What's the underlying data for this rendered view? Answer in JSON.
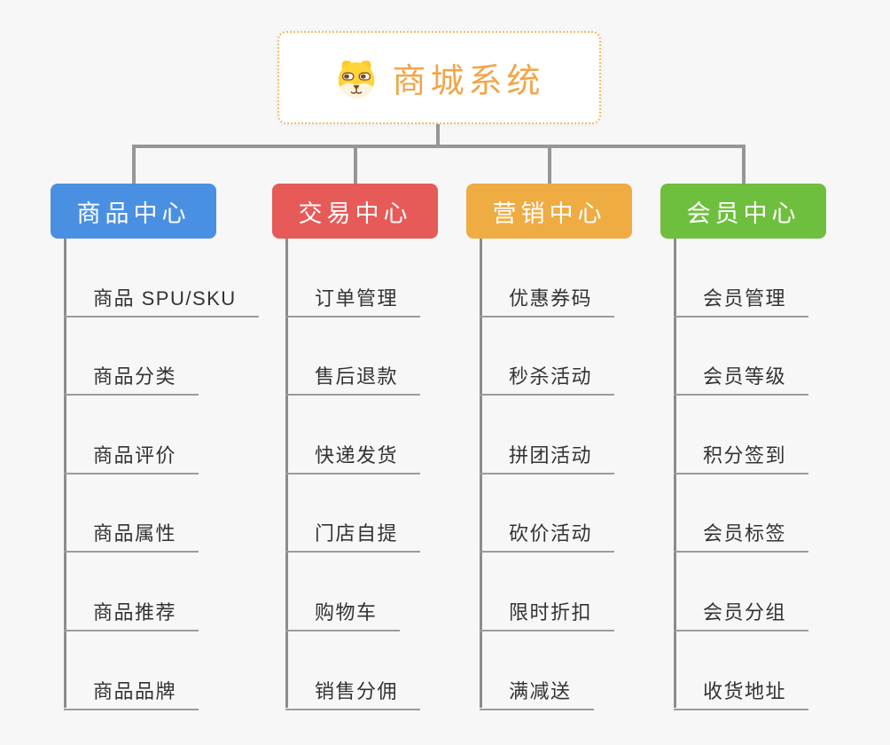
{
  "root": {
    "title": "商城系统",
    "icon": "dog-face-icon",
    "title_color": "#F0A64A",
    "border_color": "#F2BC66"
  },
  "connector_color": "#969696",
  "spine_color": "#8C8C8C",
  "underline_color": "#9C9C9C",
  "background_color": "#F7F7F7",
  "branches": [
    {
      "label": "商品中心",
      "color": "#4A90E2",
      "items": [
        "商品 SPU/SKU",
        "商品分类",
        "商品评价",
        "商品属性",
        "商品推荐",
        "商品品牌"
      ]
    },
    {
      "label": "交易中心",
      "color": "#E65A58",
      "items": [
        "订单管理",
        "售后退款",
        "快递发货",
        "门店自提",
        "购物车",
        "销售分佣"
      ]
    },
    {
      "label": "营销中心",
      "color": "#EFAC43",
      "items": [
        "优惠券码",
        "秒杀活动",
        "拼团活动",
        "砍价活动",
        "限时折扣",
        "满减送"
      ]
    },
    {
      "label": "会员中心",
      "color": "#6FBF3F",
      "items": [
        "会员管理",
        "会员等级",
        "积分签到",
        "会员标签",
        "会员分组",
        "收货地址"
      ]
    }
  ]
}
